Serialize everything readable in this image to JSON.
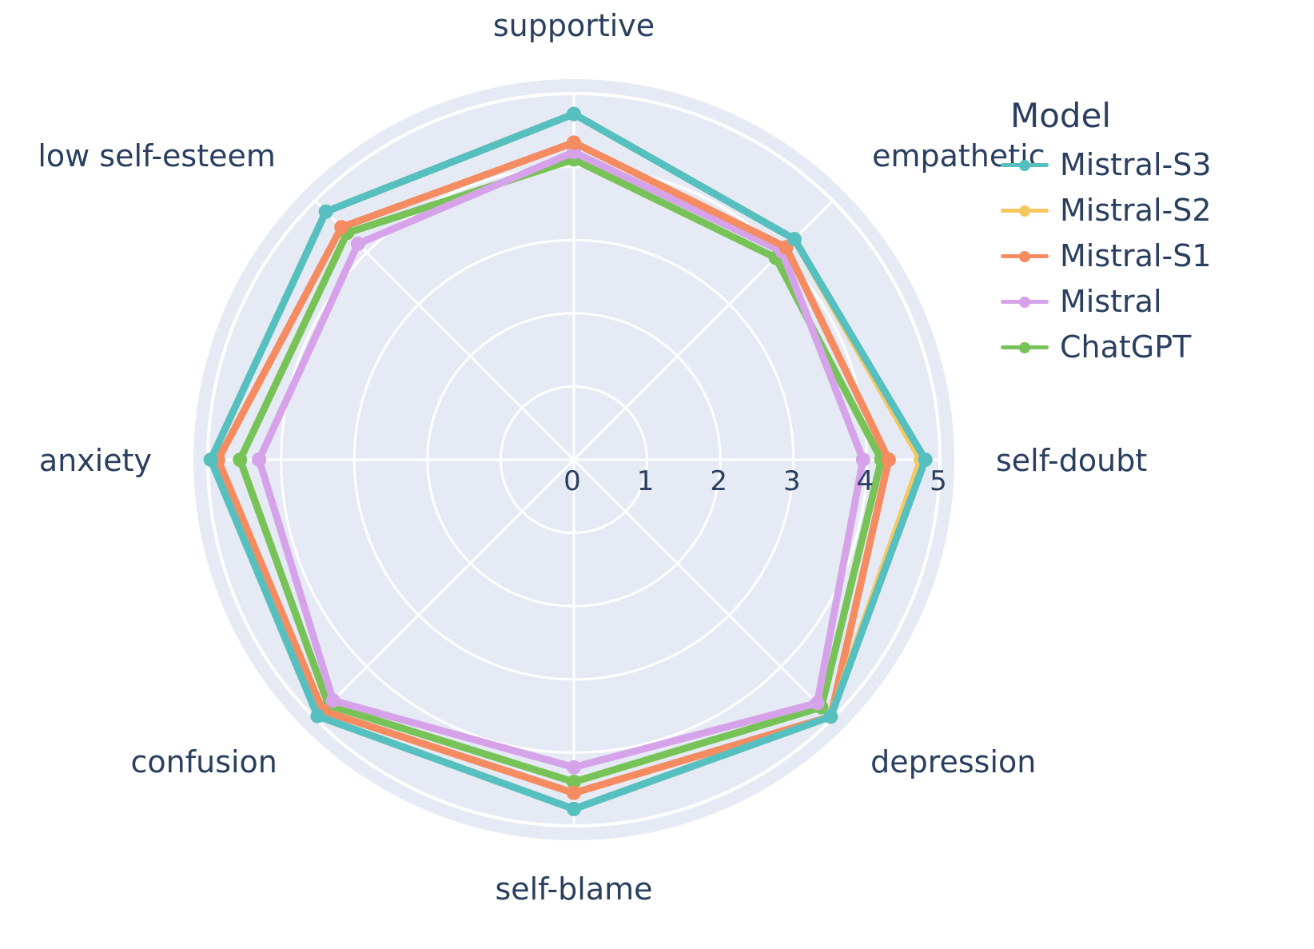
{
  "chart_data": {
    "type": "line",
    "subtype": "radar",
    "title": "",
    "legend_title": "Model",
    "legend_position": "right",
    "grid": true,
    "categories": [
      "supportive",
      "empathetic",
      "self-doubt",
      "depression",
      "self-blame",
      "confusion",
      "anxiety",
      "low self-esteem"
    ],
    "tick_labels": [
      "0",
      "1",
      "2",
      "3",
      "4",
      "5"
    ],
    "rlim": [
      0,
      5
    ],
    "radial_axis_angle_deg": 0,
    "series": [
      {
        "name": "Mistral-S3",
        "color": "#56c0c0",
        "values": [
          4.72,
          4.26,
          4.8,
          4.96,
          4.77,
          4.95,
          4.96,
          4.79
        ]
      },
      {
        "name": "Mistral-S2",
        "color": "#f6c85f",
        "values": [
          4.72,
          4.26,
          4.74,
          4.96,
          4.77,
          4.95,
          4.96,
          4.79
        ]
      },
      {
        "name": "Mistral-S1",
        "color": "#f58b61",
        "values": [
          4.33,
          4.1,
          4.3,
          4.96,
          4.55,
          4.85,
          4.86,
          4.49
        ]
      },
      {
        "name": "Mistral",
        "color": "#d6a3ea",
        "values": [
          4.2,
          4.02,
          3.95,
          4.7,
          4.2,
          4.65,
          4.3,
          4.17
        ]
      },
      {
        "name": "ChatGPT",
        "color": "#78c358",
        "values": [
          4.1,
          3.9,
          4.2,
          4.78,
          4.4,
          4.74,
          4.56,
          4.38
        ]
      }
    ],
    "colors": {
      "background_polar": "#e5eaf4",
      "grid": "#ffffff",
      "text": "#2a3f5f",
      "paper": "#ffffff"
    }
  }
}
